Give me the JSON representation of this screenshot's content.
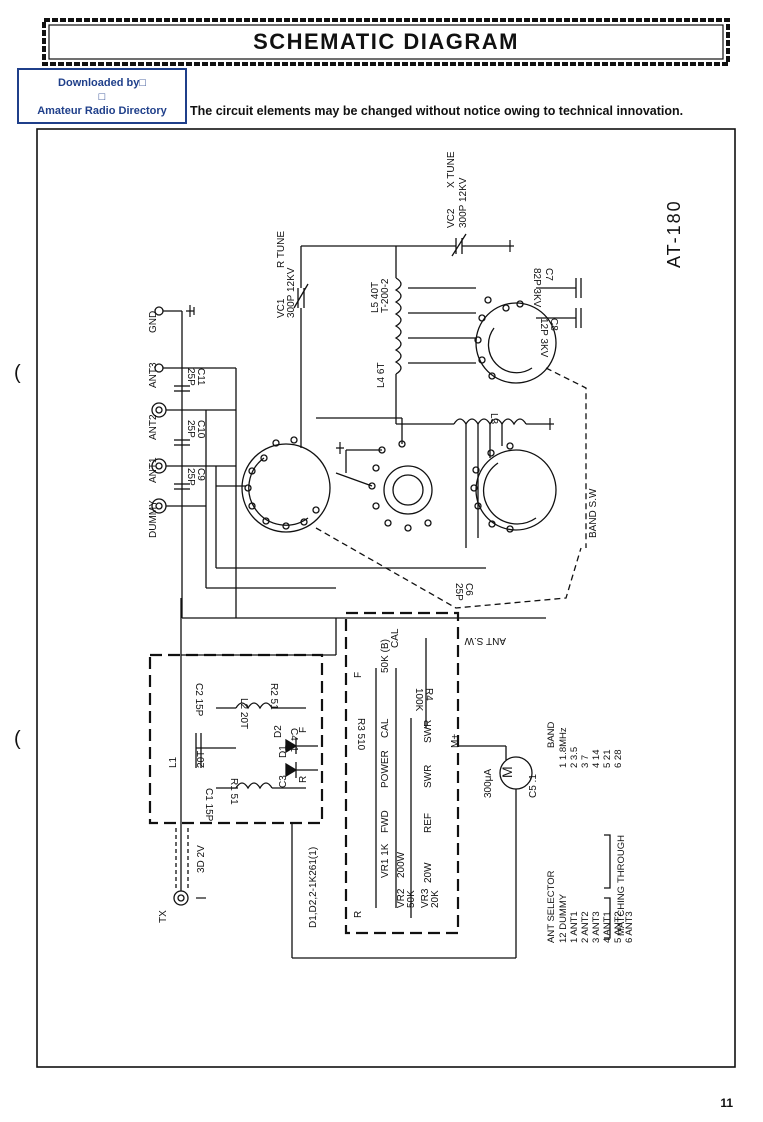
{
  "header": {
    "title": "SCHEMATIC DIAGRAM",
    "downloaded_by": "Downloaded by",
    "downloaded_glyph": "□",
    "directory": "Amateur Radio Directory",
    "notice": "The circuit elements may be changed without notice owing to technical innovation."
  },
  "schematic": {
    "model": "AT-180",
    "terminals": {
      "gnd": "GND",
      "ant3": "ANT3",
      "ant2": "ANT2",
      "ant1": "ANT1",
      "dummy": "DUMMY",
      "tx": "TX"
    },
    "caps": {
      "c11": "C11",
      "c11v": "25P",
      "c10": "C10",
      "c10v": "25P",
      "c9": "C9",
      "c9v": "25P",
      "c7": "C7",
      "c7v": "82P 3KV",
      "c8": "C8",
      "c8v": "12P 3KV",
      "c6": "C6",
      "c6v": "25P",
      "c2": "C2 15P",
      "c1": "C1 15P",
      "c3": "C3",
      "c4": "C4 .1",
      "c5": "C5 .1"
    },
    "vc1": {
      "name": "VC1",
      "func": "R TUNE",
      "value": "300P 12KV"
    },
    "vc2": {
      "name": "VC2",
      "func": "X TUNE",
      "value": "300P 12KV"
    },
    "coils": {
      "l5": "L5 40T",
      "l5core": "T-200-2",
      "l4": "L4 6T",
      "l3": "L3",
      "l2": "L2 20T",
      "l1": "L1",
      "l1t": "20T",
      "coax": "3D 2V"
    },
    "switches": {
      "band": "BAND S.W",
      "ant": "ANT S.W"
    },
    "resistors": {
      "r1": "R1 51",
      "r2": "R2 51",
      "r3": "R3 510",
      "r4": "R4",
      "r4v": "100K",
      "cal_pot": "50K (B)",
      "cal": "CAL",
      "vr1": "VR1 1K",
      "vr2": "VR2",
      "vr2v": "50K",
      "vr3": "VR3",
      "vr3v": "20K"
    },
    "diodes": {
      "d1": "D1",
      "d2": "D2",
      "spec": "D1,D2,2-1K261(1)"
    },
    "meter": {
      "symbol": "M",
      "value": "300μA",
      "plus": "M+"
    },
    "meter_switch": {
      "cal": "CAL",
      "swr": "SWR",
      "power": "POWER",
      "fwd": "FWD",
      "ref": "REF",
      "p200": "200W",
      "p20": "20W"
    },
    "points": {
      "f": "F",
      "r": "R"
    },
    "band_table": {
      "title": "BAND",
      "rows": [
        "1  1.8MHz",
        "2  3.5",
        "3  7",
        "4  14",
        "5  21",
        "6  28"
      ]
    },
    "ant_selector": {
      "title": "ANT  SELECTOR",
      "rows": [
        "12  DUMMY",
        "1  ANT1",
        "2  ANT2",
        "3  ANT3",
        "4  ANT1",
        "5  ANT2",
        "6  ANT3"
      ],
      "through": "THROUGH",
      "matching": "MATCHING"
    }
  },
  "footer": {
    "page": "11"
  }
}
